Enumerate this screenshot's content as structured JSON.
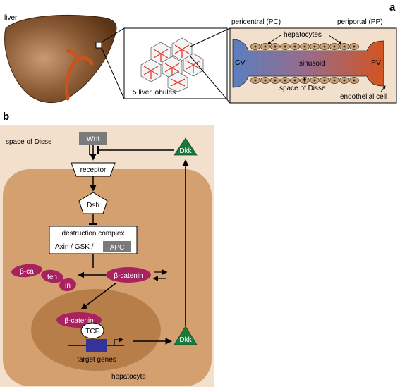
{
  "panel_a": {
    "letter": "a",
    "liver_label": "liver",
    "lobules_label": "5 liver lobules",
    "pericentral_label": "pericentral (PC)",
    "periportal_label": "periportal (PP)",
    "hepatocytes_label": "hepatocytes",
    "cv_label": "CV",
    "pv_label": "PV",
    "sinusoid_label": "sinusoid",
    "disse_label": "space of Disse",
    "endothelial_label": "endothelial cell"
  },
  "panel_b": {
    "letter": "b",
    "disse_label": "space of Disse",
    "wnt_label": "Wnt",
    "dkk_label": "Dkk",
    "receptor_label": "receptor",
    "dsh_label": "Dsh",
    "destruction_title": "destruction complex",
    "axin_gsk": "Axin / GSK /",
    "apc_label": "APC",
    "bc_frag1": "β-ca",
    "bc_frag2": "ten",
    "bc_frag3": "in",
    "beta_catenin": "β-catenin",
    "nuclear_beta_catenin": "β-catenin",
    "tcf_label": "TCF",
    "target_genes": "target genes",
    "dkk_nucleus_label": "Dkk",
    "hepatocyte_label": "hepatocyte"
  },
  "colors": {
    "liver": "#7a4a28",
    "disse_bg": "#f3e0cc",
    "cell_bg": "#d4a070",
    "nucleus_bg": "#b77e4a",
    "catenin": "#a8225f",
    "dkk_green": "#1a7a3a",
    "gene_blue": "#33339a",
    "cv_blue": "#5a7fc0",
    "pv_orange": "#d2551f",
    "lobule_red": "#e03a2a"
  }
}
